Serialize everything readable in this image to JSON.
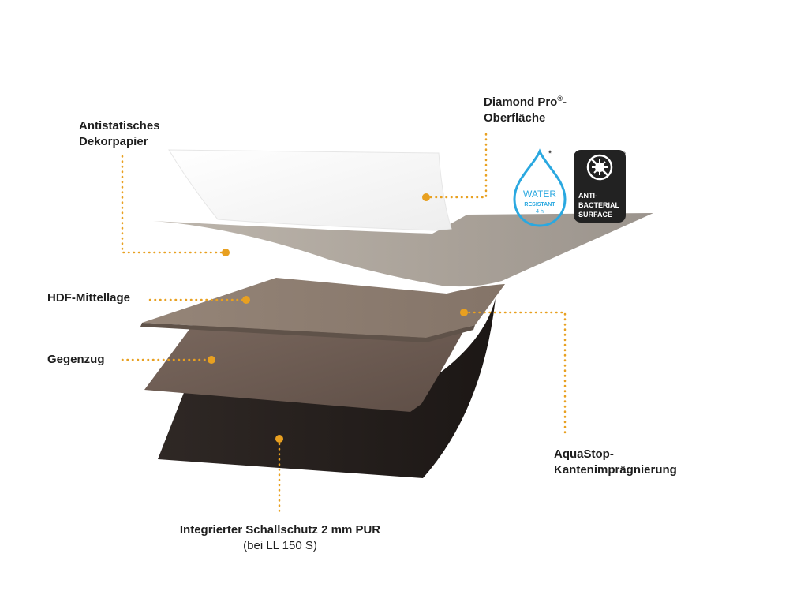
{
  "labels": {
    "antistatic_line1": "Antistatisches",
    "antistatic_line2": "Dekorpapier",
    "diamond_line1": "Diamond Pro",
    "diamond_sup": "®",
    "diamond_line1_suffix": "-",
    "diamond_line2": "Oberfläche",
    "hdf": "HDF-Mittellage",
    "gegenzug": "Gegenzug",
    "aquastop_line1": "AquaStop-",
    "aquastop_line2": "Kantenimprägnierung",
    "sound_line1": "Integrierter Schallschutz 2 mm PUR",
    "sound_line2": "(bei LL 150 S)"
  },
  "badges": {
    "water": {
      "line1": "WATER",
      "line2": "RESISTANT",
      "line3": "4 h",
      "mark": "*",
      "icon": "water-drop-icon"
    },
    "bacteria": {
      "line1": "ANTI-",
      "line2": "BACTERIAL",
      "line3": "SURFACE",
      "mark": "**",
      "icon": "no-bacteria-icon"
    }
  },
  "colors": {
    "accent": "#e8a020",
    "overlay": "#fafafa",
    "decor": "#b3aca3",
    "hdf": "#8a7a6f",
    "counter": "#6b5a51",
    "pur": "#2a2320",
    "water_blue": "#2aa8e0",
    "badge_dark": "#222222"
  }
}
